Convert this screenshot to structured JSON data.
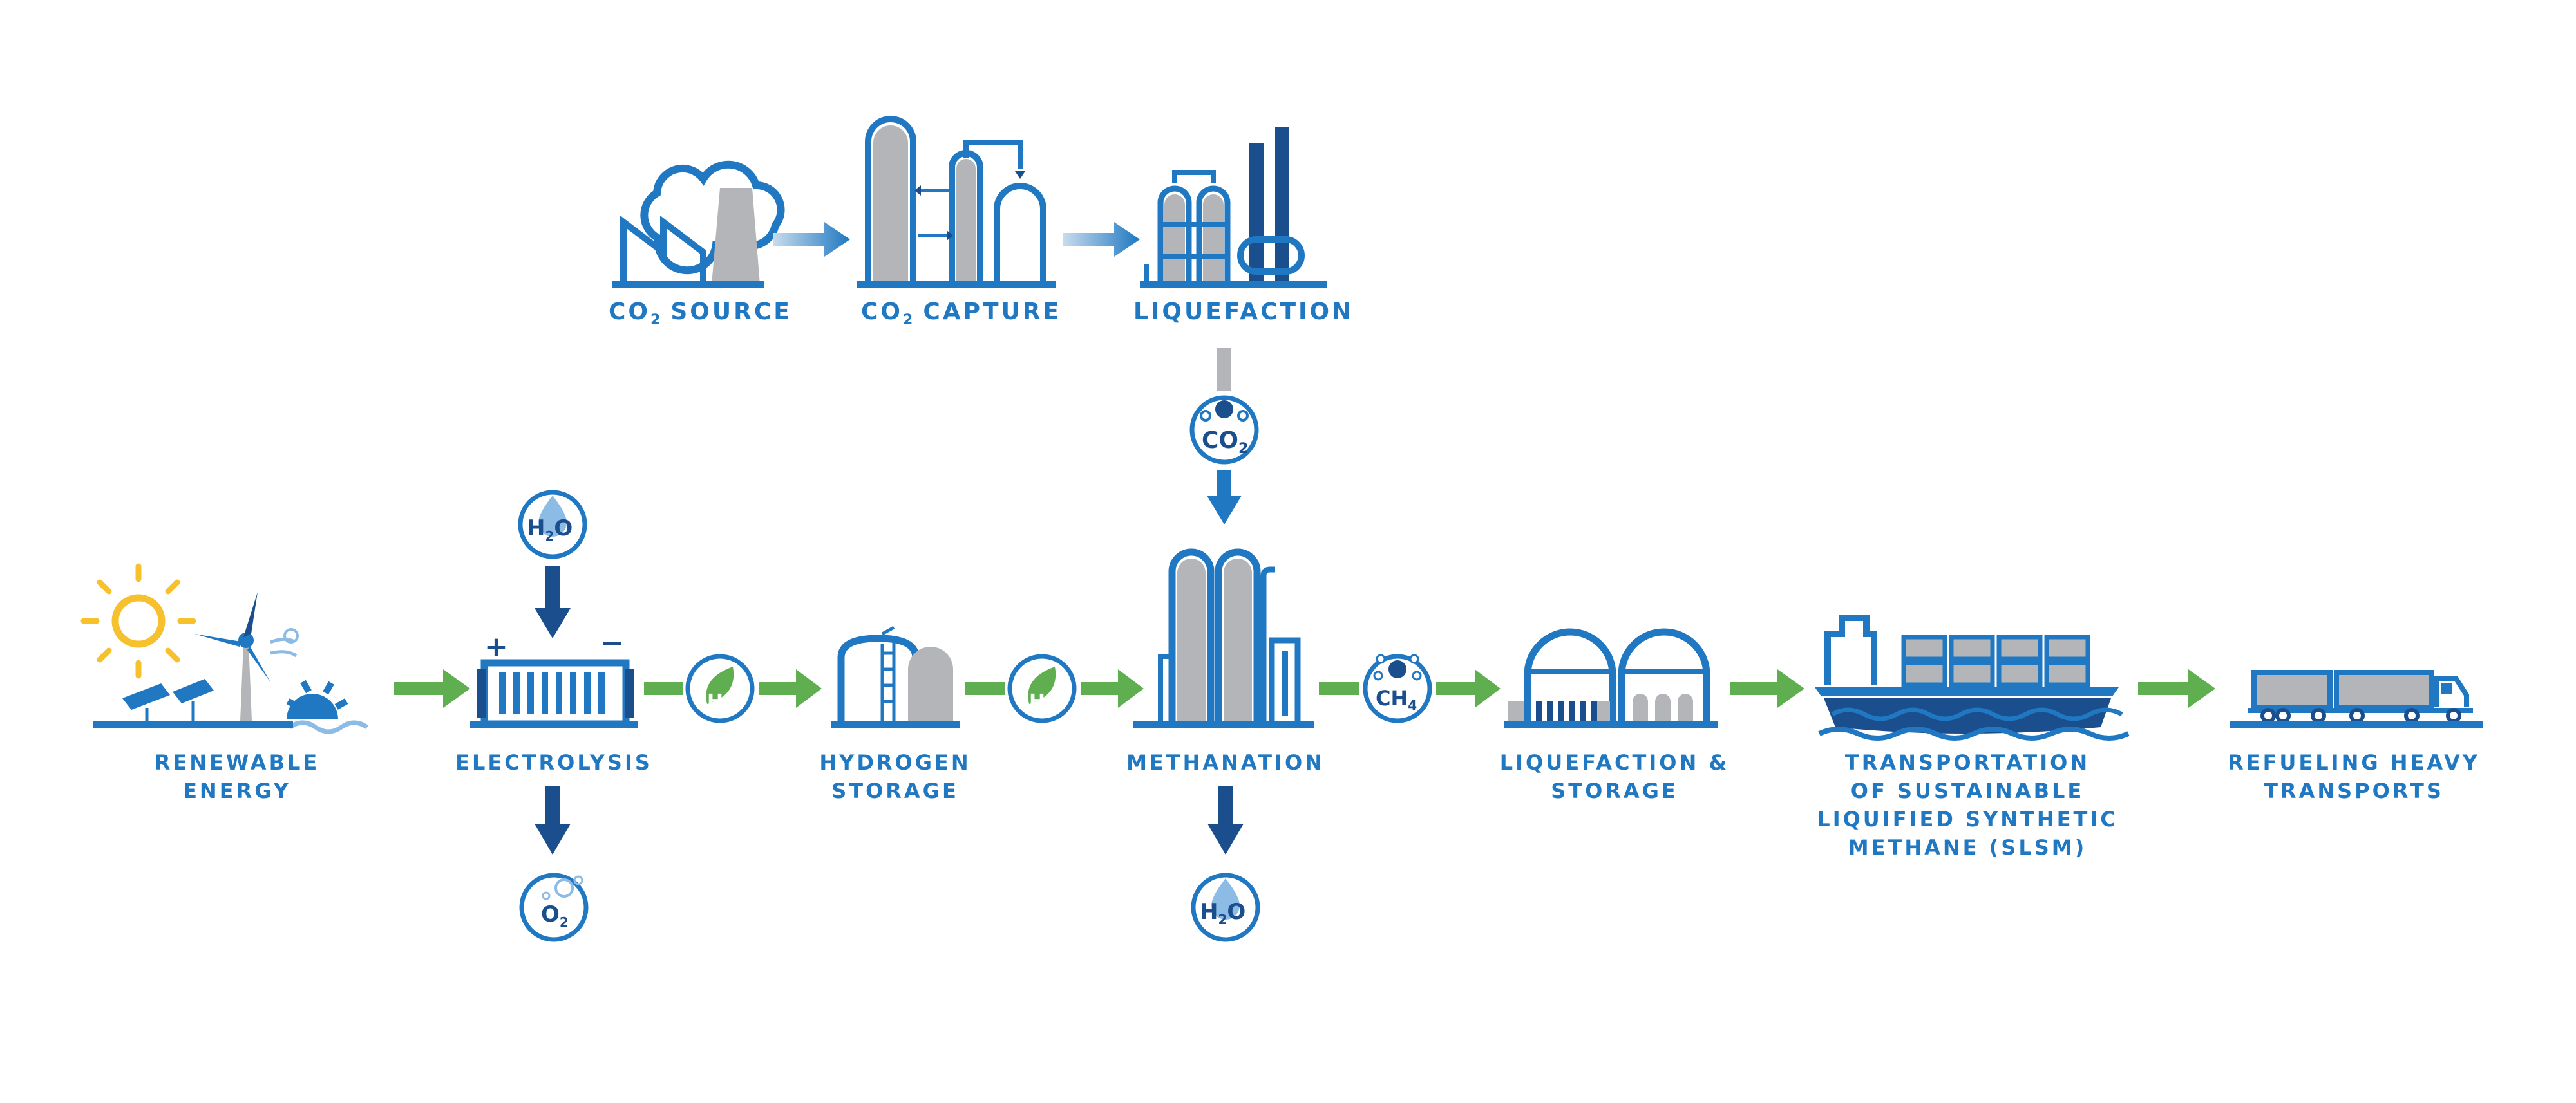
{
  "colors": {
    "primary_blue": "#1f78c1",
    "dark_blue": "#1a4e8c",
    "gray": "#b3b5b8",
    "green_arrow": "#5fae4f",
    "sun_yellow": "#f6c12d",
    "water_light": "#8cbce6"
  },
  "top_row": {
    "co2_source": {
      "label": "SOURCE",
      "icon": "factory-icon"
    },
    "co2_capture": {
      "label": "CAPTURE",
      "icon": "capture-tower-icon"
    },
    "liquefaction_co2": {
      "label": "LIQUEFACTION",
      "icon": "liquefaction-plant-icon"
    },
    "co2_prefix": "CO",
    "co2_sub": "2"
  },
  "bottom_row": {
    "renewable_energy": {
      "line1": "RENEWABLE",
      "line2": "ENERGY",
      "icon": "renewable-energy-icon"
    },
    "electrolysis": {
      "label": "ELECTROLYSIS",
      "icon": "electrolyzer-icon",
      "plus": "+",
      "minus": "−"
    },
    "hydrogen_storage": {
      "line1": "HYDROGEN",
      "line2": "STORAGE",
      "icon": "storage-tank-icon"
    },
    "methanation": {
      "label": "METHANATION",
      "icon": "methanation-reactor-icon"
    },
    "liquefaction_storage": {
      "line1": "LIQUEFACTION &",
      "line2": "STORAGE",
      "icon": "lng-storage-icon"
    },
    "transportation": {
      "line1": "TRANSPORTATION",
      "line2": "OF SUSTAINABLE",
      "line3": "LIQUIFIED SYNTHETIC",
      "line4": "METHANE (SLSM)",
      "icon": "ship-icon"
    },
    "refueling": {
      "line1": "REFUELING HEAVY",
      "line2": "TRANSPORTS",
      "icon": "truck-icon"
    }
  },
  "molecules": {
    "h2o": {
      "h": "H",
      "sub": "2",
      "o": "O"
    },
    "o2": {
      "o": "O",
      "sub": "2"
    },
    "h2": {
      "h": "H",
      "sub": "2"
    },
    "co2": {
      "c": "CO",
      "sub": "2"
    },
    "ch4": {
      "c": "CH",
      "sub": "4"
    }
  }
}
